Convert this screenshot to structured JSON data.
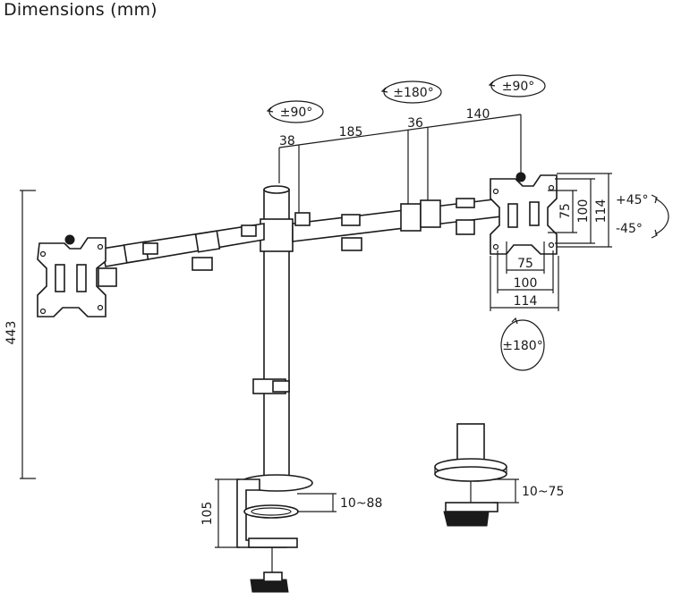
{
  "title": "Dimensions (mm)",
  "dimensions": {
    "arm_offset_1": "38",
    "arm_length_1": "185",
    "arm_offset_2": "36",
    "arm_length_2": "140",
    "total_height": "443",
    "clamp_height": "105",
    "clamp_range": "10~88",
    "grommet_range": "10~75",
    "vesa_h_75": "75",
    "vesa_h_100": "100",
    "vesa_h_114": "114",
    "vesa_w_75": "75",
    "vesa_w_100": "100",
    "vesa_w_114": "114"
  },
  "rotations": {
    "arm_left": "±90°",
    "arm_middle": "±180°",
    "arm_right": "±90°",
    "tilt_up": "+45°",
    "tilt_down": "-45°",
    "swivel": "±180°"
  }
}
